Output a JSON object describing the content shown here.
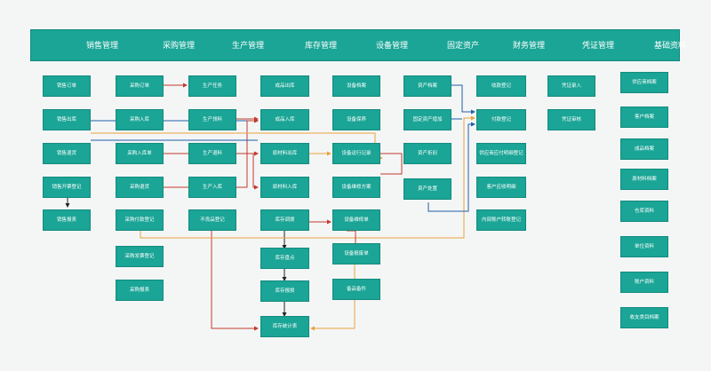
{
  "headers": [
    "销售管理",
    "采购管理",
    "生产管理",
    "库存管理",
    "设备管理",
    "固定资产",
    "财务管理",
    "凭证管理",
    "基础资料"
  ],
  "columns": {
    "sales": [
      "销售订单",
      "销售出库",
      "销售退货",
      "销售开票登记",
      "销售报表"
    ],
    "purchase": [
      "采购订单",
      "采购入库",
      "采购入库单",
      "采购退货",
      "采购付款登记",
      "采购发票登记",
      "采购报表"
    ],
    "production": [
      "生产任务",
      "生产领料",
      "生产退料",
      "生产入库",
      "不良品登记"
    ],
    "inventory": [
      "成品出库",
      "成品入库",
      "原材料出库",
      "原材料入库",
      "库存调拨",
      "库存盘点",
      "库存报损",
      "库存统计表"
    ],
    "equipment": [
      "设备档案",
      "设备保养",
      "设备运行记录",
      "设备维修方案",
      "设备维修单",
      "设备报废单",
      "备品备件"
    ],
    "assets": [
      "资产档案",
      "固定资产增加",
      "资产折旧",
      "资产处置"
    ],
    "finance": [
      "收款登记",
      "付款登记",
      "供应商应付明细登记",
      "客户应收明细",
      "内部账户转账登记"
    ],
    "voucher": [
      "凭证录入",
      "凭证审核"
    ],
    "basic": [
      "供应商档案",
      "客户档案",
      "成品档案",
      "原材料档案",
      "仓库资料",
      "单位资料",
      "账户资料",
      "收支类目档案"
    ]
  },
  "colors": {
    "box_fill": "#1aa596",
    "box_border": "#148b7e",
    "header_fill": "#1aa596",
    "background": "#f4f6f6",
    "link_red": "#c0392b",
    "link_blue": "#1f5fa8",
    "link_orange": "#e8a23c",
    "link_black": "#222222"
  }
}
